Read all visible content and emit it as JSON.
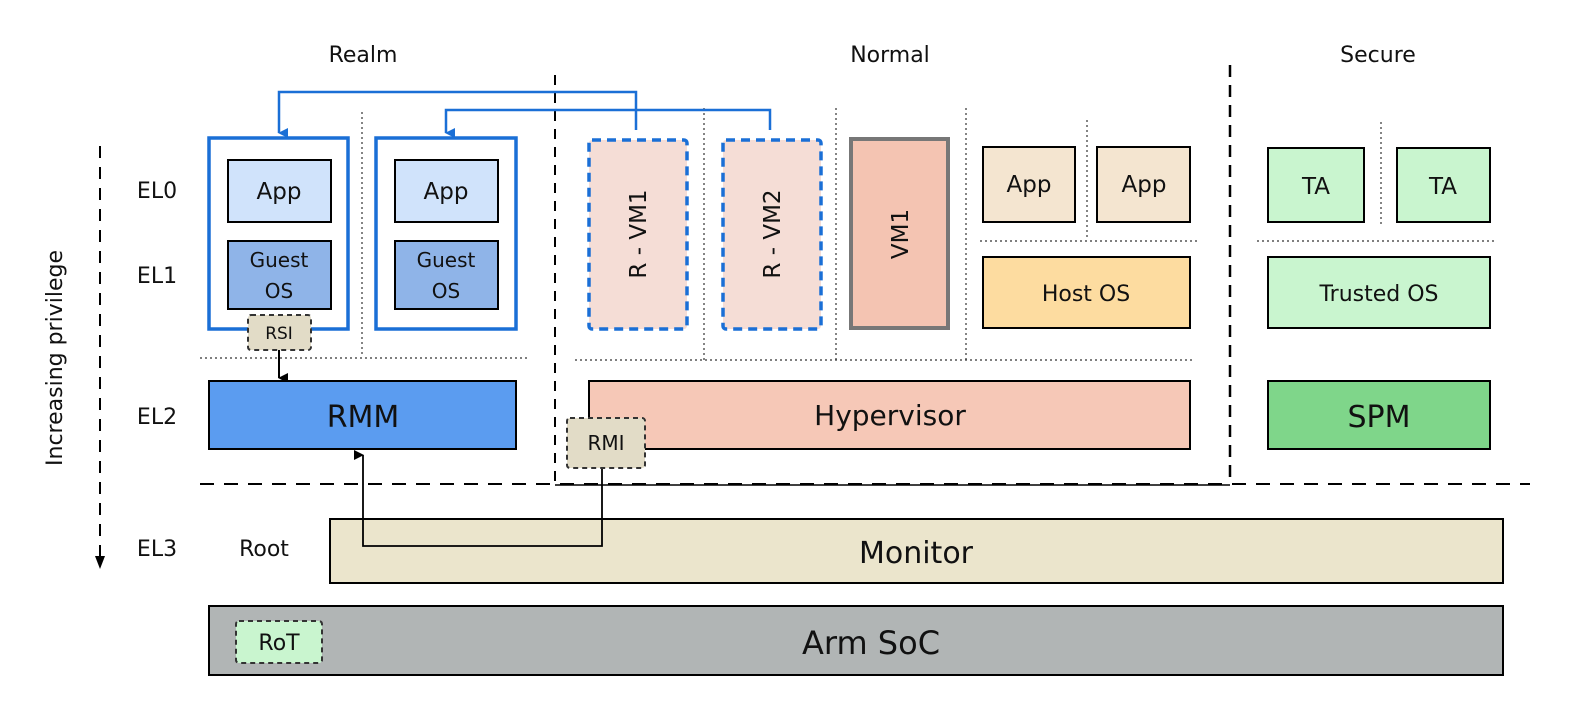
{
  "worlds": {
    "realm": "Realm",
    "normal": "Normal",
    "secure": "Secure",
    "root": "Root"
  },
  "privilege_axis": "Increasing privilege",
  "levels": {
    "el0": "EL0",
    "el1": "EL1",
    "el2": "EL2",
    "el3": "EL3"
  },
  "realm": {
    "vm_a": {
      "app": "App",
      "guest_os_line1": "Guest",
      "guest_os_line2": "OS"
    },
    "vm_b": {
      "app": "App",
      "guest_os_line1": "Guest",
      "guest_os_line2": "OS"
    },
    "rsi": "RSI",
    "rmm": "RMM"
  },
  "normal": {
    "rvm1": "R - VM1",
    "rvm2": "R - VM2",
    "vm1": "VM1",
    "app1": "App",
    "app2": "App",
    "host_os": "Host OS",
    "hypervisor": "Hypervisor",
    "rmi": "RMI"
  },
  "secure": {
    "ta1": "TA",
    "ta2": "TA",
    "trusted_os": "Trusted OS",
    "spm": "SPM"
  },
  "monitor": "Monitor",
  "soc": "Arm SoC",
  "rot": "RoT",
  "colors": {
    "realm_blue": "#1a6fd6",
    "app_light_blue": "#d0e3fb",
    "guest_os_blue": "#8fb4e8",
    "rmm_blue": "#5b9cf0",
    "rvm_pink": "#f5ddd6",
    "vm1_salmon": "#f4c4b2",
    "hypervisor_salmon": "#f6c8b7",
    "normal_app_beige": "#f4e5d0",
    "host_os_orange": "#fddca0",
    "secure_light_green": "#c9f5cf",
    "spm_green": "#7fd68a",
    "monitor_beige": "#ebe5cc",
    "soc_gray": "#b1b5b5",
    "rot_green": "#c9f5cf",
    "interface_beige": "#e2dcc7"
  }
}
